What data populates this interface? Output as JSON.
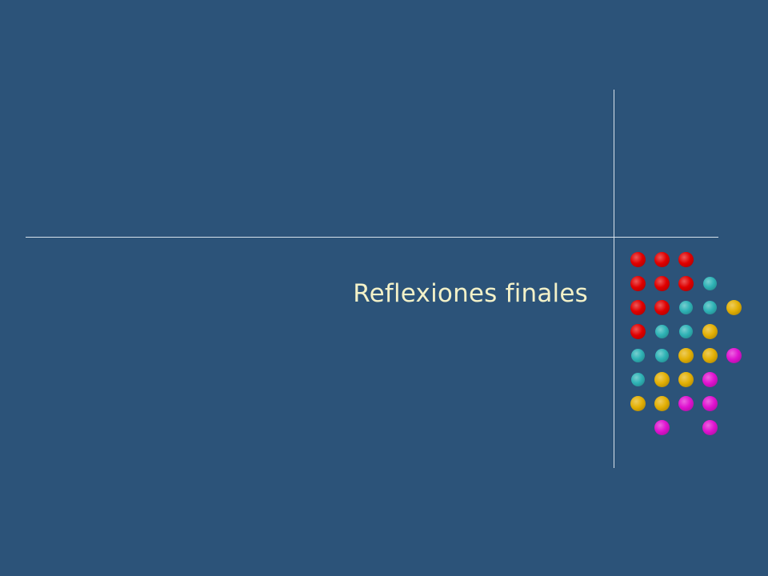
{
  "slide": {
    "title": "Reflexiones finales",
    "background_color": "#2c5379",
    "title_color": "#f3f1c8",
    "line_color": "#d8e2ec"
  },
  "decoration": {
    "dot_colors": {
      "red": "#e00000",
      "teal": "#2fb3b6",
      "gold": "#e3b005",
      "magenta": "#e012d0"
    },
    "dot_grid": [
      [
        "red",
        "red",
        "red",
        "",
        ""
      ],
      [
        "red",
        "red",
        "red",
        "teal",
        ""
      ],
      [
        "red",
        "red",
        "teal",
        "teal",
        "gold"
      ],
      [
        "red",
        "teal",
        "teal",
        "gold",
        ""
      ],
      [
        "teal",
        "teal",
        "gold",
        "gold",
        "magenta"
      ],
      [
        "teal",
        "gold",
        "gold",
        "magenta",
        ""
      ],
      [
        "gold",
        "gold",
        "magenta",
        "magenta",
        ""
      ],
      [
        "",
        "magenta",
        "",
        "magenta",
        ""
      ]
    ]
  }
}
